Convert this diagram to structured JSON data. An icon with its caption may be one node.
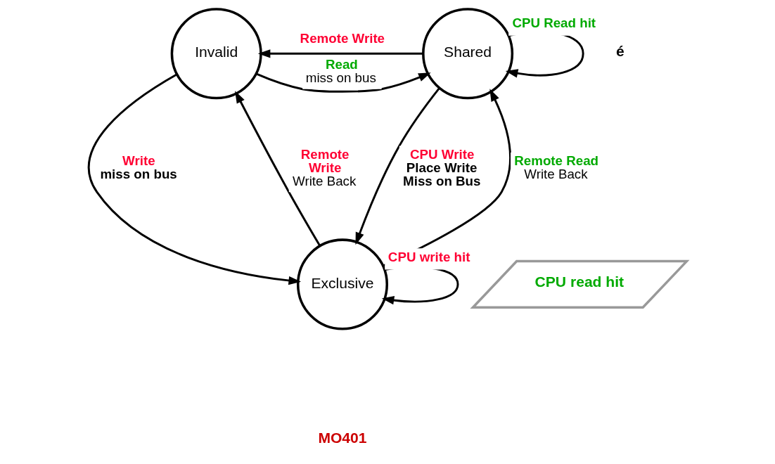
{
  "diagram": {
    "nodes": [
      {
        "text": [
          "Invalid"
        ]
      },
      {
        "text": [
          "Shared"
        ]
      },
      {
        "text": [
          "Exclusive"
        ]
      },
      {
        "text": [
          "CPU read hit"
        ]
      }
    ],
    "edges": [
      {
        "from": 1,
        "to": 0,
        "arrow": "to",
        "label": "Remote Write"
      },
      {
        "from": 0,
        "to": 1,
        "arrow": "to",
        "label": "Read miss on bus"
      },
      {
        "from": 1,
        "to": 1,
        "arrow": "to",
        "label": "CPU Read hit"
      },
      {
        "from": 0,
        "to": 2,
        "arrow": "to",
        "label": "Write miss on bus"
      },
      {
        "from": 2,
        "to": 0,
        "arrow": "to",
        "label": "Remote Write Write Back"
      },
      {
        "from": 2,
        "to": 1,
        "arrow": "to",
        "label": "Remote Read Write Back"
      },
      {
        "from": 1,
        "to": 2,
        "arrow": "to",
        "label": "CPU Write Place Write Miss on Bus"
      },
      {
        "from": 2,
        "to": 2,
        "arrow": "to",
        "label": "CPU write hit"
      }
    ],
    "labels": [
      "é",
      "MO401"
    ]
  }
}
